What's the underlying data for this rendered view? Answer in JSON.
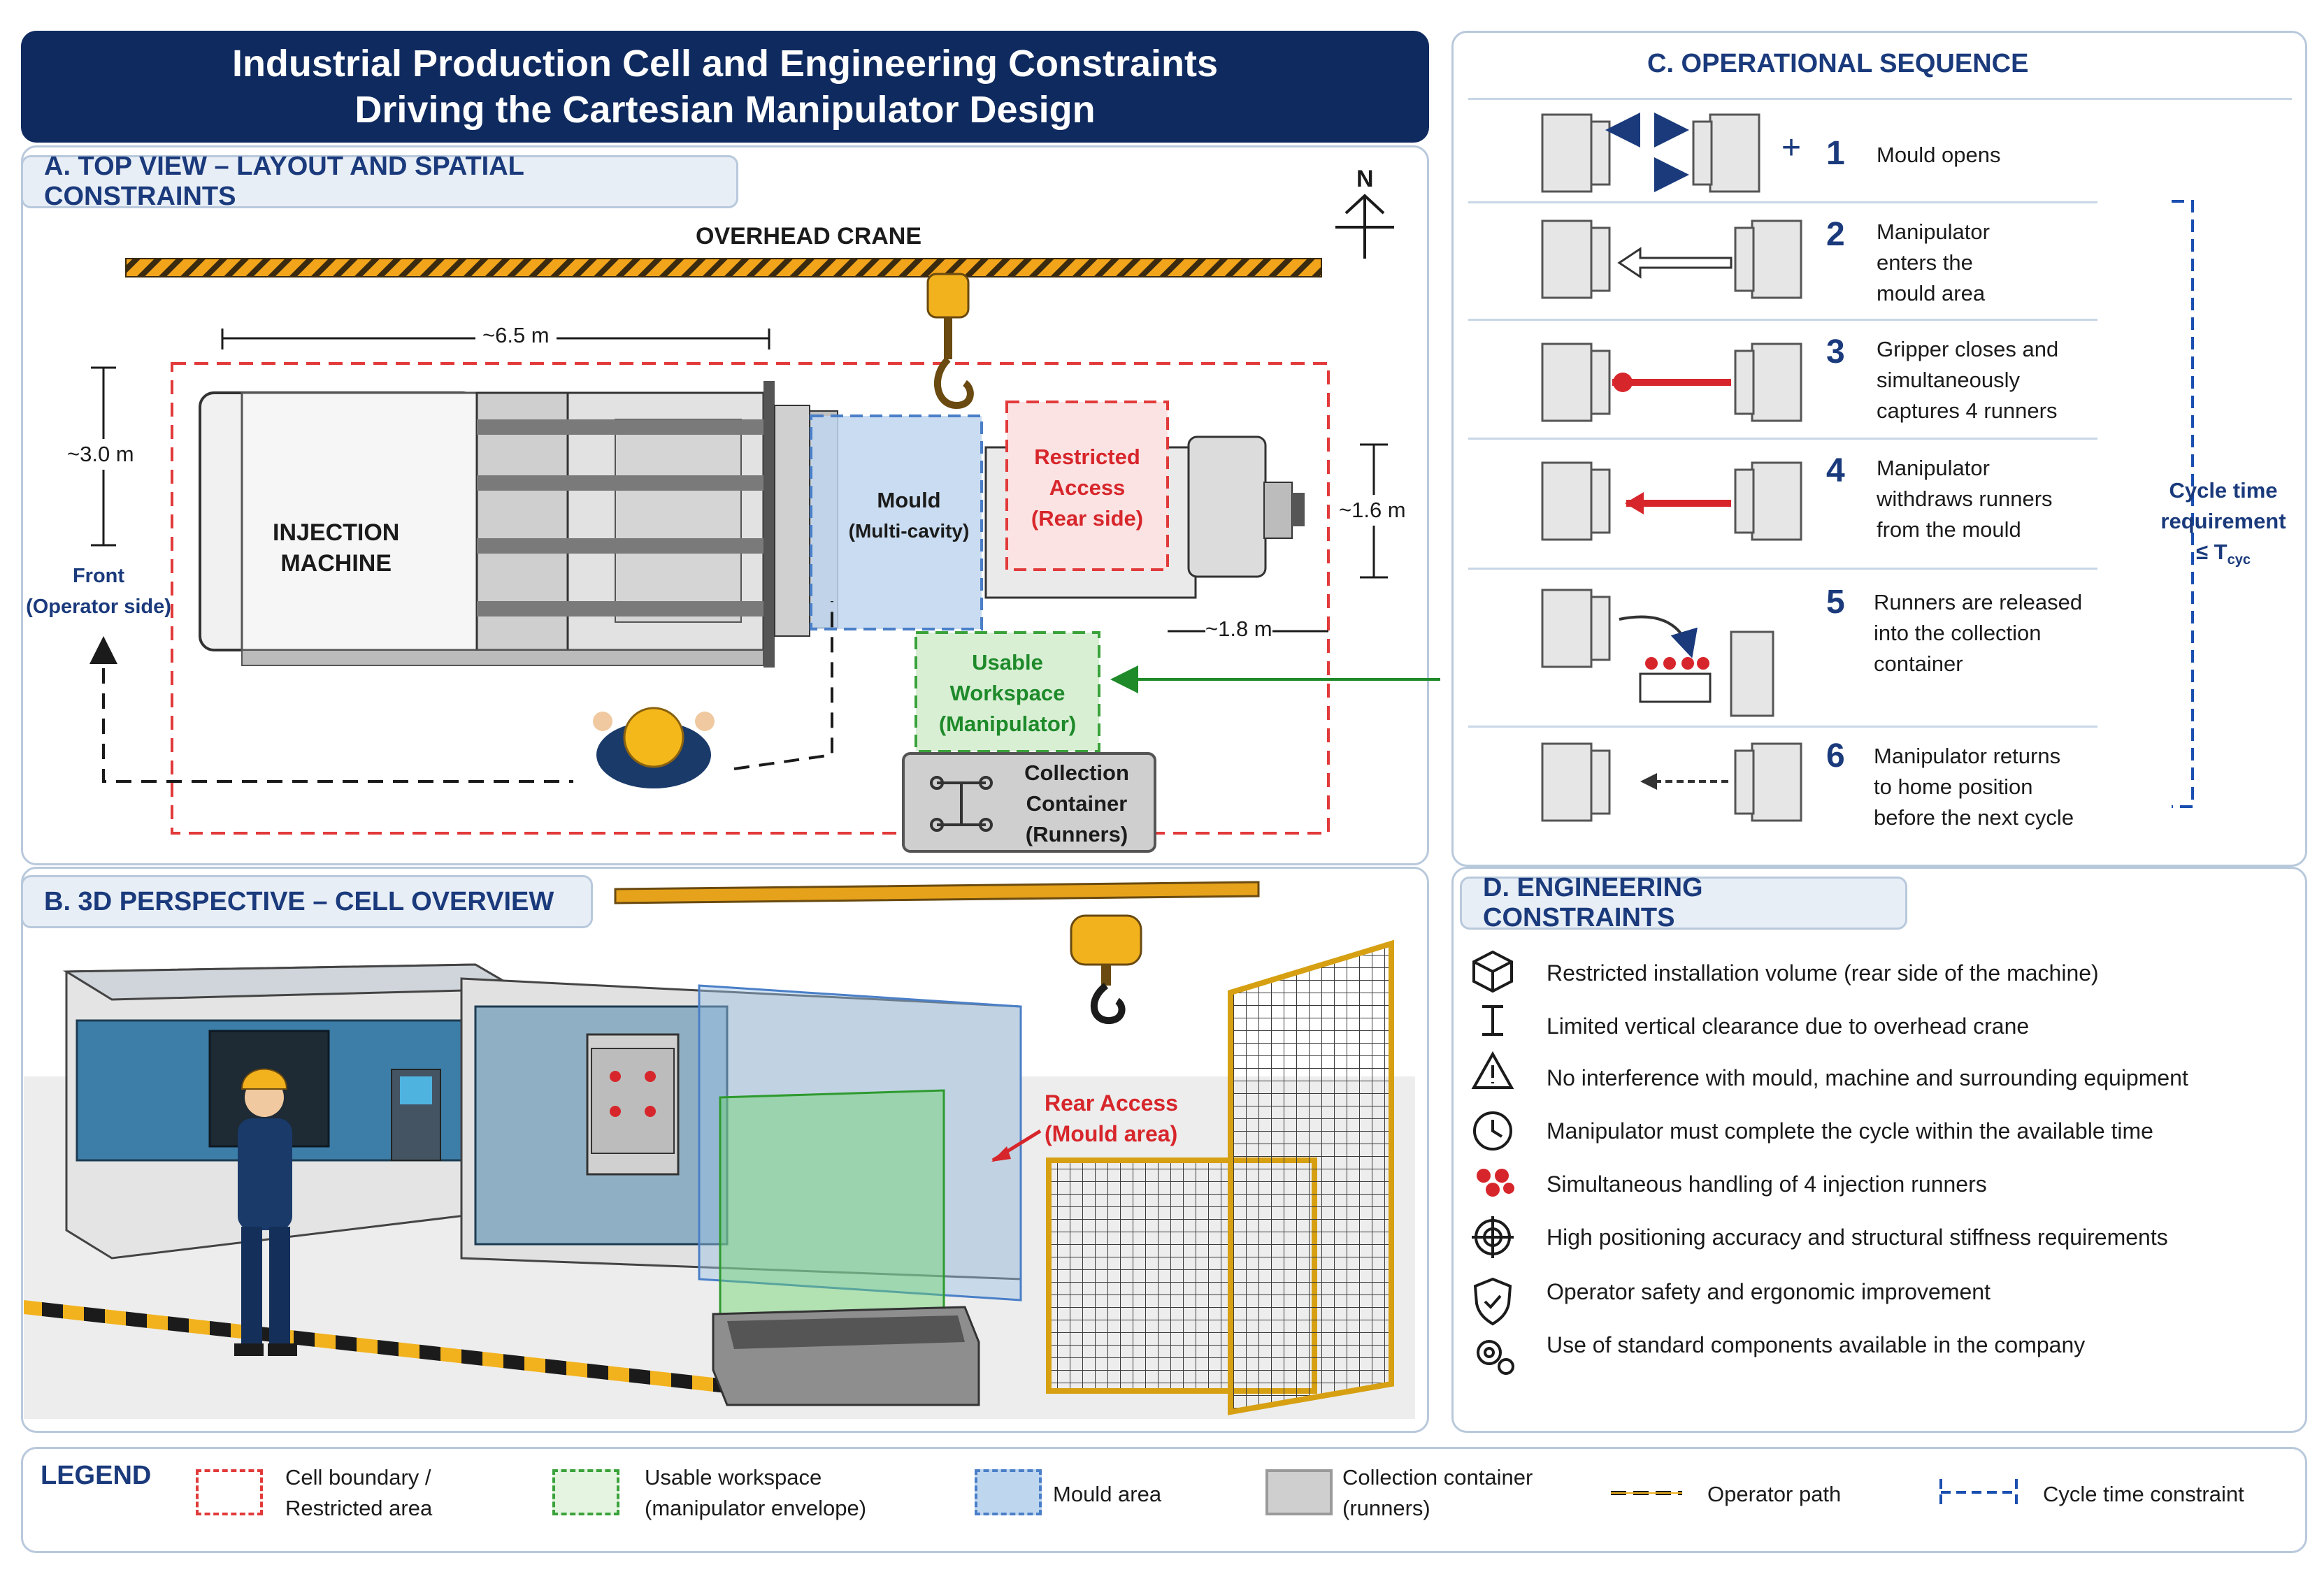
{
  "title": {
    "line1": "Industrial Production Cell and Engineering Constraints",
    "line2": "Driving the Cartesian Manipulator Design"
  },
  "sectionA": {
    "tab": "A. TOP VIEW – LAYOUT AND SPATIAL CONSTRAINTS",
    "north": "N",
    "crane": "OVERHEAD CRANE",
    "dim_length": "~6.5 m",
    "dim_width": "~3.0 m",
    "dim_rear_h": "~1.6 m",
    "dim_rear_w": "~1.8 m",
    "machine": [
      "INJECTION",
      "MACHINE"
    ],
    "mould": [
      "Mould",
      "(Multi-cavity)"
    ],
    "restricted": [
      "Restricted",
      "Access",
      "(Rear side)"
    ],
    "workspace": [
      "Usable",
      "Workspace",
      "(Manipulator)"
    ],
    "container": [
      "Collection",
      "Container",
      "(Runners)"
    ],
    "front": [
      "Front",
      "(Operator side)"
    ]
  },
  "sectionB": {
    "tab": "B. 3D PERSPECTIVE – CELL OVERVIEW",
    "rear_access": [
      "Rear Access",
      "(Mould area)"
    ]
  },
  "sectionC": {
    "title": "C. OPERATIONAL SEQUENCE",
    "steps": [
      {
        "num": "1",
        "text": [
          "Mould opens"
        ]
      },
      {
        "num": "2",
        "text": [
          "Manipulator",
          "enters the",
          "mould area"
        ]
      },
      {
        "num": "3",
        "text": [
          "Gripper closes and",
          "simultaneously",
          "captures 4 runners"
        ]
      },
      {
        "num": "4",
        "text": [
          "Manipulator",
          "withdraws runners",
          "from the mould"
        ]
      },
      {
        "num": "5",
        "text": [
          "Runners are released",
          "into the collection",
          "container"
        ]
      },
      {
        "num": "6",
        "text": [
          "Manipulator returns",
          "to home position",
          "before the next cycle"
        ]
      }
    ],
    "plus": "+",
    "cycle": [
      "Cycle time",
      "requirement",
      "≤ T"
    ],
    "cycle_sub": "cyc"
  },
  "sectionD": {
    "title": "D. ENGINEERING CONSTRAINTS",
    "items": [
      {
        "icon": "cube-icon",
        "text": "Restricted installation volume (rear side of the machine)"
      },
      {
        "icon": "height-icon",
        "text": "Limited vertical clearance due to overhead crane"
      },
      {
        "icon": "warning-icon",
        "text": "No interference with mould, machine and surrounding equipment"
      },
      {
        "icon": "clock-icon",
        "text": "Manipulator must complete the cycle within the available time"
      },
      {
        "icon": "runners-icon",
        "text": "Simultaneous handling of 4 injection runners"
      },
      {
        "icon": "target-icon",
        "text": "High positioning accuracy and structural stiffness requirements"
      },
      {
        "icon": "shield-icon",
        "text": "Operator safety and ergonomic improvement"
      },
      {
        "icon": "gears-icon",
        "text": "Use of standard components available in the company"
      }
    ]
  },
  "legend": {
    "title": "LEGEND",
    "items": [
      {
        "text": [
          "Cell boundary /",
          "Restricted area"
        ],
        "color": "#e23a3a"
      },
      {
        "text": [
          "Usable workspace",
          "(manipulator envelope)"
        ],
        "color": "#3aa23a"
      },
      {
        "text": [
          "Mould area"
        ],
        "color": "#4a7fc8"
      },
      {
        "text": [
          "Collection container",
          "(runners)"
        ],
        "color": "#8a8a8a"
      },
      {
        "text": [
          "Operator path"
        ],
        "color": "#1b1b1b"
      },
      {
        "text": [
          "Cycle time constraint"
        ],
        "color": "#1a4fb0"
      }
    ]
  }
}
